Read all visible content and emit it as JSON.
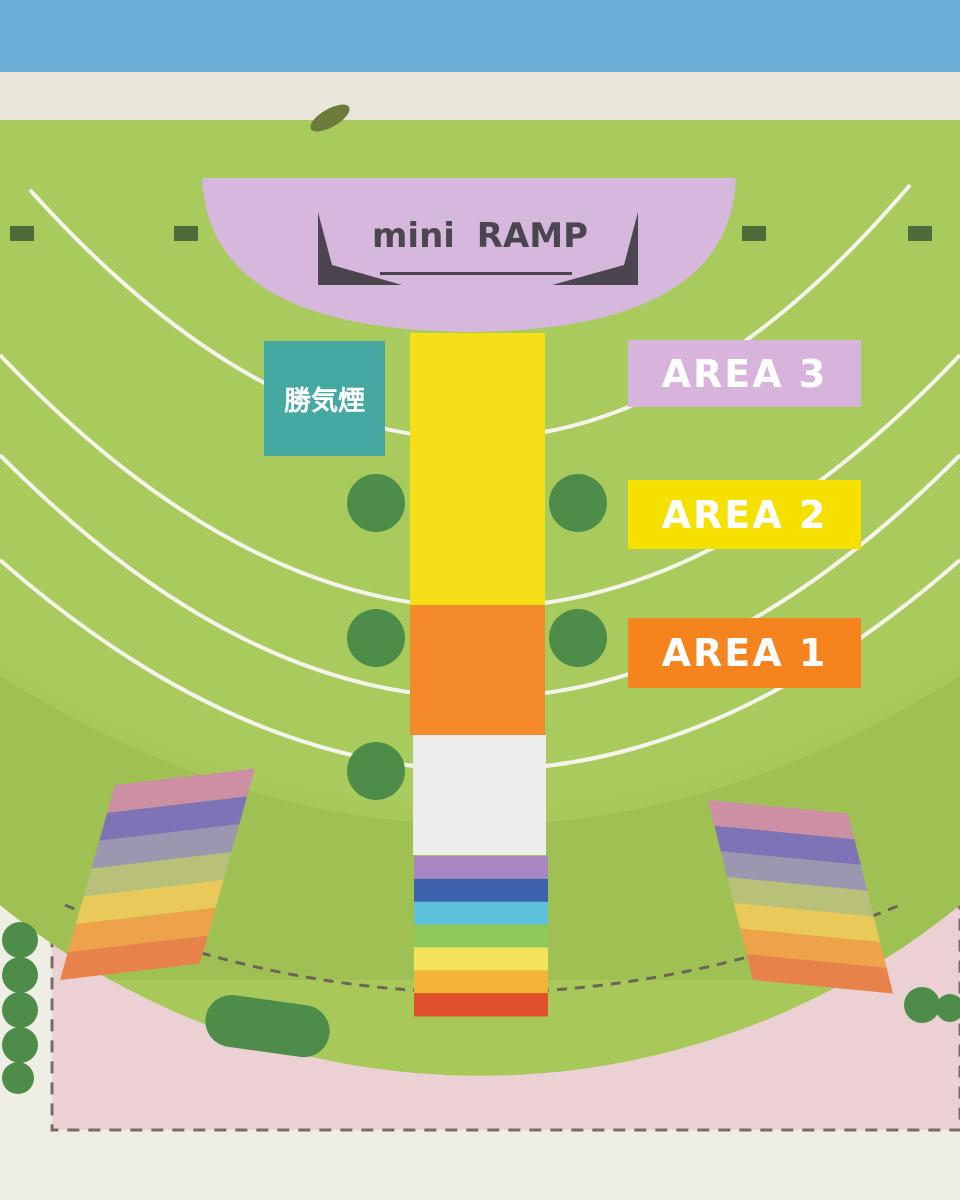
{
  "map": {
    "stage": {
      "label": "mini RAMP",
      "color": "#d6b8dc"
    },
    "zones": [
      {
        "id": "area3",
        "label": "AREA 3",
        "color": "#d8b4dd"
      },
      {
        "id": "area2",
        "label": "AREA 2",
        "color": "#f5e000"
      },
      {
        "id": "area1",
        "label": "AREA 1",
        "color": "#f5841f"
      }
    ],
    "kachikemuri": {
      "label": "勝気煙",
      "color": "#46a9a1"
    },
    "colors": {
      "sea": "#6aaed6",
      "grass": "#a8c95a",
      "sand": "#e9e6d9",
      "plaza": "#ecd1d4",
      "tree": "#4e8c4a",
      "lane_yellow": "#f5e017",
      "lane_orange": "#f58a2a",
      "lane_white": "#ececea"
    },
    "rainbow": [
      "#a886c4",
      "#3f62ad",
      "#5ec2dd",
      "#8fc95b",
      "#f3e35a",
      "#f2b337",
      "#e0502a"
    ],
    "side_rainbow": [
      "#cc8fa3",
      "#7f73b8",
      "#9b97b0",
      "#b9c07a",
      "#e8c95a",
      "#eea24a",
      "#e7824a"
    ],
    "icons": [
      "tree-icon",
      "bench-icon",
      "boat-icon"
    ]
  }
}
